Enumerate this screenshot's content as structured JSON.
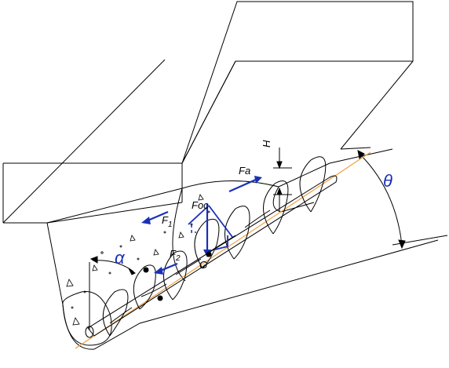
{
  "labels": {
    "H": "H",
    "Fa": "Fa",
    "Foc": "Foc",
    "F1_main": "F",
    "F1_sub": "1",
    "F2_main": "F",
    "F2_sub": "2",
    "G": "G",
    "alpha": "α",
    "theta": "θ"
  },
  "colors": {
    "line": "#000000",
    "force": "#1a2fb8",
    "axis": "#f0a040"
  }
}
